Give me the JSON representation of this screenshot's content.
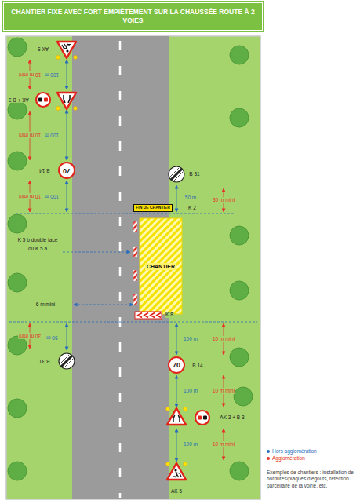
{
  "diagram": {
    "title": "CHANTIER FIXE AVEC FORT EMPIÈTEMENT SUR LA CHAUSSÉE ROUTE À 2 VOIES",
    "nodes": [
      {
        "text": [
          "70"
        ]
      },
      {
        "text": [
          "FIN DE CHANTIER"
        ]
      },
      {
        "text": [
          "CHANTIER"
        ]
      },
      {
        "text": [
          "70"
        ]
      }
    ],
    "labels": [
      "AK 5",
      "100 m",
      "10 m mini",
      "AK + B 3",
      "100 m",
      "10 m mini",
      "B 14",
      "10 m mini",
      "100 m",
      "B 31",
      "50 m",
      "30 m mini",
      "K 2",
      "K 5 b double face",
      "ou K 5 a",
      "6 m mini",
      "50 m",
      "30 m mini",
      "K 8",
      "B 31",
      "100 m",
      "10 m mini",
      "B 14",
      "100 m",
      "10 m mini",
      "AK 3 + B 3",
      "100 m",
      "10 m mini",
      "AK 5",
      "Exemples de chantiers : installation de bordures/plaques d'égouts, réfection parcellaire de la voirie, etc."
    ],
    "legend": [
      {
        "text": "Hors agglomération",
        "color": "#2a6ebb"
      },
      {
        "text": "Agglomération",
        "color": "#e5332a"
      }
    ]
  }
}
